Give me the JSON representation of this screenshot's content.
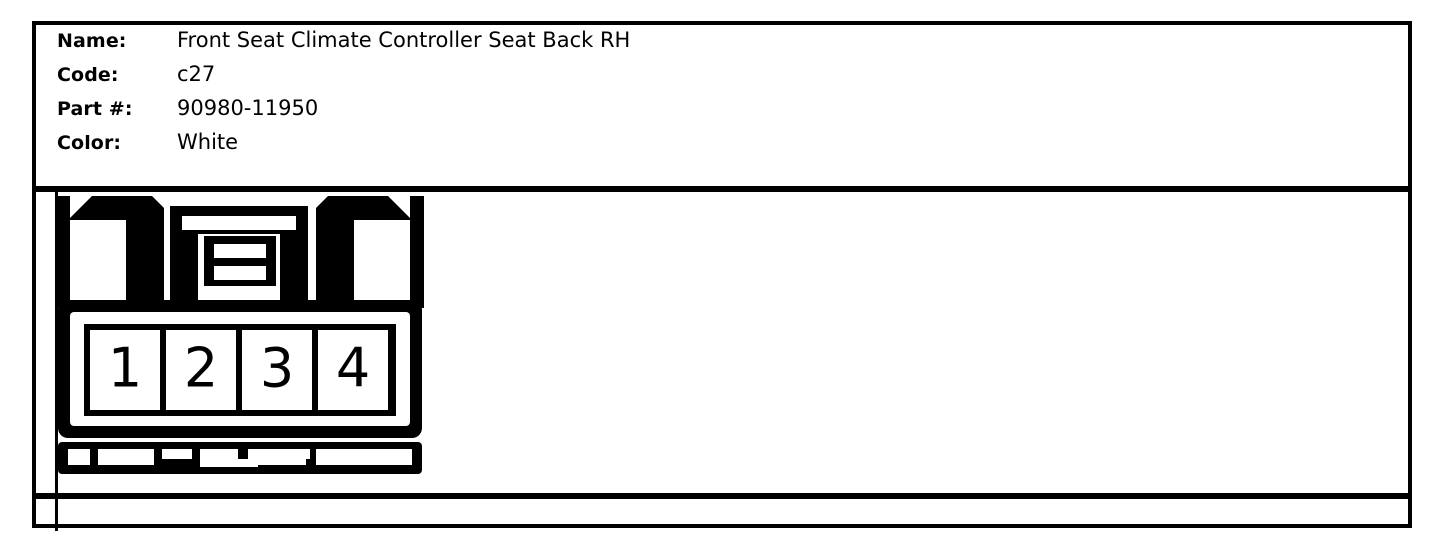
{
  "component": {
    "fields": [
      {
        "label": "Name:",
        "value": "Front Seat Climate Controller Seat Back RH"
      },
      {
        "label": "Code:",
        "value": "c27"
      },
      {
        "label": "Part #:",
        "value": "90980-11950"
      },
      {
        "label": "Color:",
        "value": "White"
      }
    ]
  },
  "connector": {
    "type": "4-way automotive connector, female housing, front view",
    "pin_count": 4,
    "pins": [
      {
        "number": "1"
      },
      {
        "number": "2"
      },
      {
        "number": "3"
      },
      {
        "number": "4"
      }
    ],
    "colors": {
      "line": "#000000",
      "fill": "#ffffff"
    }
  },
  "frame": {
    "border_color": "#000000",
    "background": "#ffffff"
  }
}
